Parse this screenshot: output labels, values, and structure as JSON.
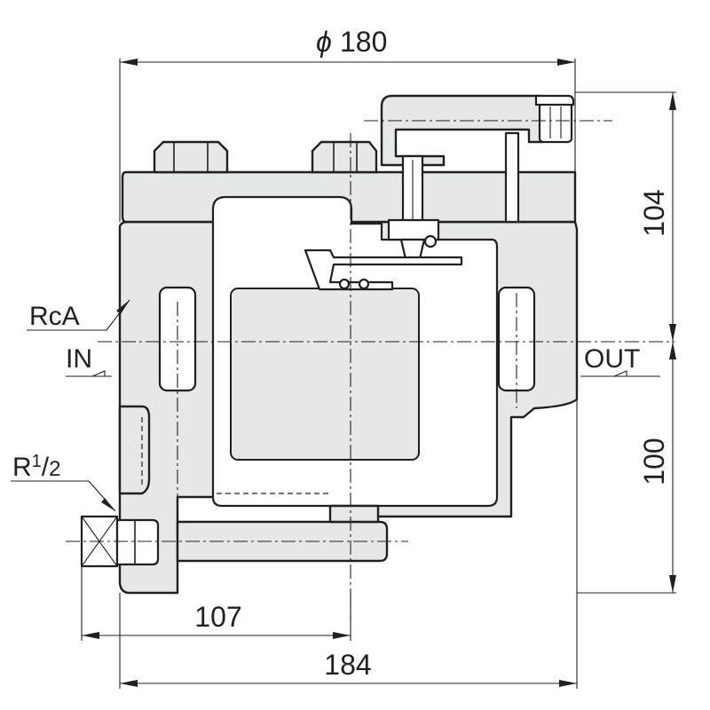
{
  "dimensions": {
    "diameter_symbol": "ϕ",
    "diameter_value": "180",
    "height_upper": "104",
    "height_lower": "100",
    "offset_drain": "107",
    "overall_width": "184"
  },
  "labels": {
    "inlet_thread": "RcA",
    "inlet": "IN",
    "outlet": "OUT",
    "drain_plug_prefix": "R",
    "drain_plug_num": "1",
    "drain_plug_sep": "/",
    "drain_plug_den": "2"
  },
  "colors": {
    "body_fill": "#e6e7e8",
    "line": "#231f20",
    "background": "#ffffff"
  }
}
